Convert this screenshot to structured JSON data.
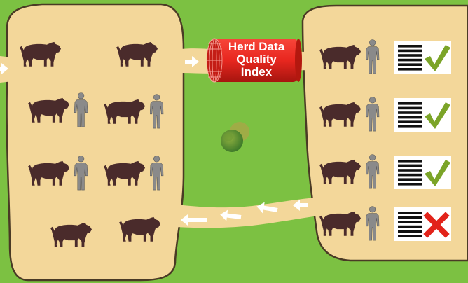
{
  "colors": {
    "grass": "#7cc142",
    "paddock": "#f3d79a",
    "paddock_border": "#4a3a25",
    "cow": "#4a2b2b",
    "farmer": "#8a8a8a",
    "index_red": "#e8271f",
    "check_green": "#7ba428",
    "cross_red": "#e2231a",
    "arrow": "#ffffff"
  },
  "index_tube": {
    "label_line1": "Herd Data",
    "label_line2": "Quality",
    "label_line3": "Index"
  },
  "left_paddock": {
    "groups": [
      {
        "cow": true,
        "farmer": false
      },
      {
        "cow": true,
        "farmer": false
      },
      {
        "cow": true,
        "farmer": true
      },
      {
        "cow": true,
        "farmer": true
      },
      {
        "cow": true,
        "farmer": true
      },
      {
        "cow": true,
        "farmer": true
      },
      {
        "cow": true,
        "farmer": false
      },
      {
        "cow": true,
        "farmer": false
      }
    ]
  },
  "right_paddock": {
    "rows": [
      {
        "cow": true,
        "farmer": true,
        "record": true,
        "result": "check"
      },
      {
        "cow": true,
        "farmer": true,
        "record": true,
        "result": "check"
      },
      {
        "cow": true,
        "farmer": true,
        "record": true,
        "result": "check"
      },
      {
        "cow": true,
        "farmer": true,
        "record": true,
        "result": "cross"
      }
    ]
  },
  "icons": {
    "cow": "cow-icon",
    "farmer": "farmer-icon",
    "record": "record-lines-icon",
    "check": "check-mark-icon",
    "cross": "cross-mark-icon",
    "tree": "tree-icon",
    "arrow": "arrow-icon"
  }
}
